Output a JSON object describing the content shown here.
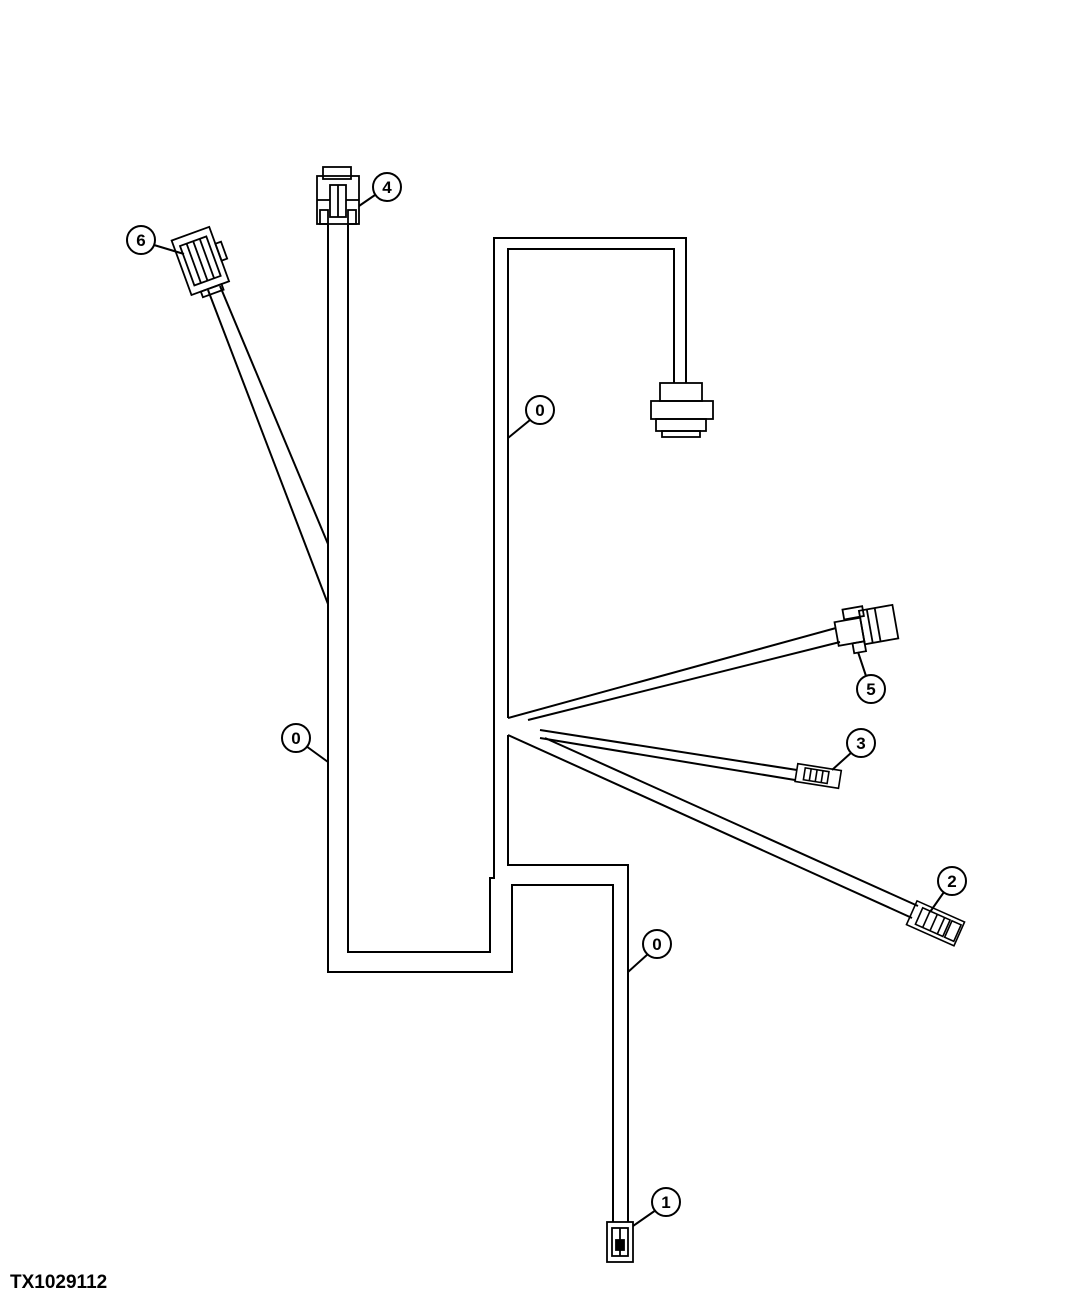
{
  "figure_id": "TX1029112",
  "callouts": {
    "c1": "1",
    "c2": "2",
    "c3": "3",
    "c4": "4",
    "c5": "5",
    "c6": "6",
    "c0_left": "0",
    "c0_upper": "0",
    "c0_lower": "0"
  },
  "colors": {
    "line": "#000000",
    "background": "#ffffff"
  }
}
